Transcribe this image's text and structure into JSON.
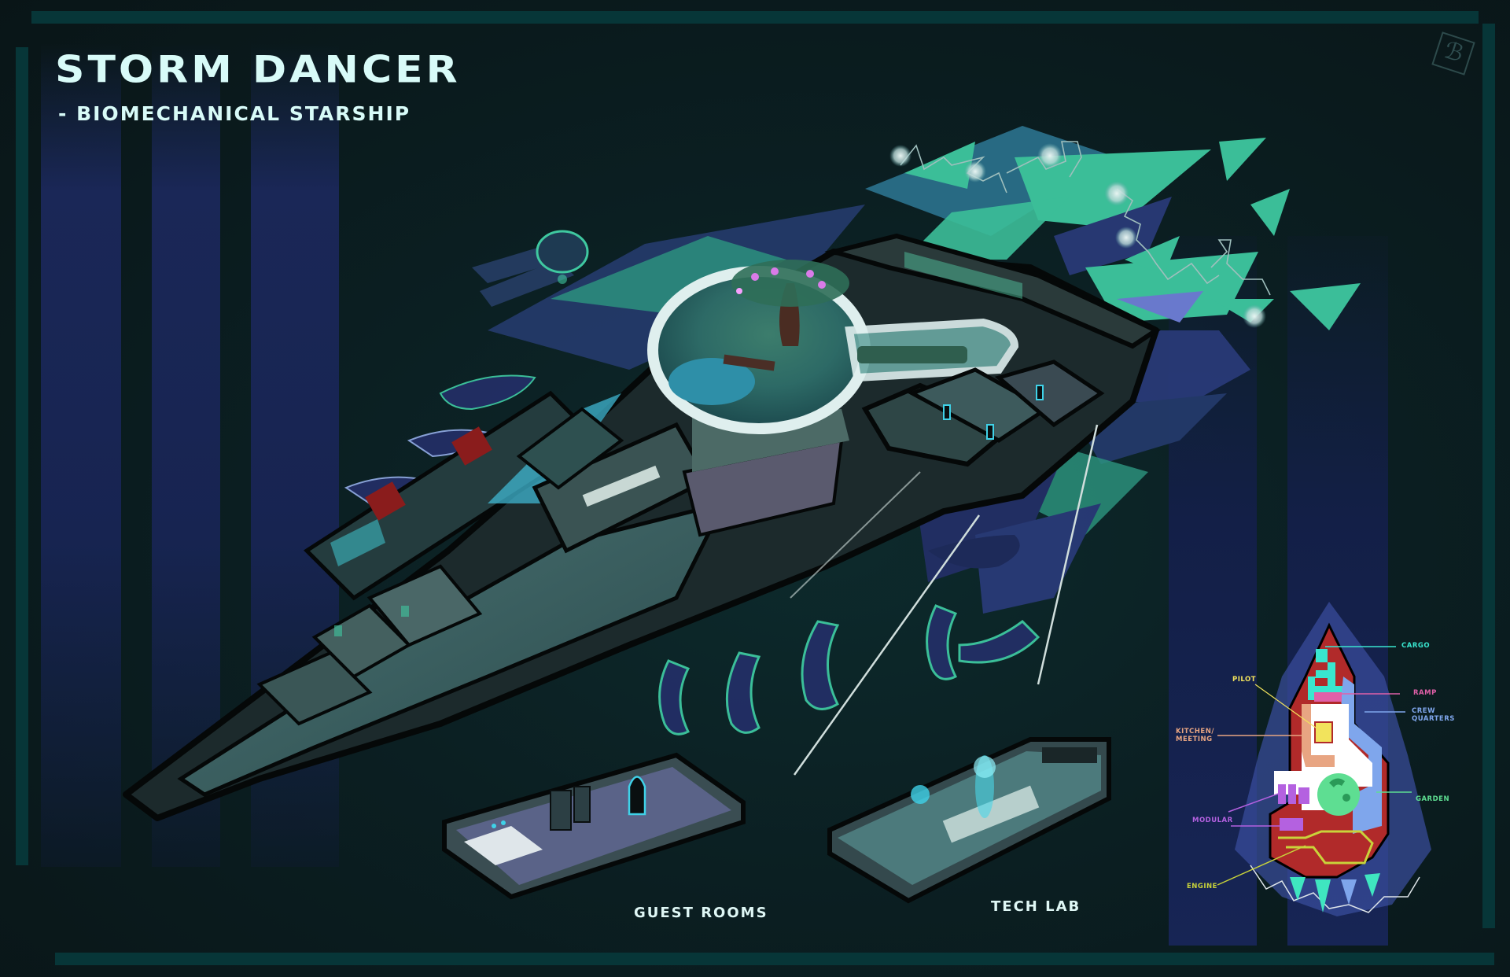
{
  "header": {
    "title": "STORM DANCER",
    "subtitle": "- BIOMECHANICAL STARSHIP"
  },
  "signature": {
    "glyph": "ℬ",
    "icon": "artist-signature-icon"
  },
  "main_illustration": {
    "subject": "isometric cutaway of starship",
    "areas": [
      "garden dome with tree",
      "cockpit",
      "crew quarters",
      "cargo bay",
      "kitchen/meeting",
      "cabins"
    ]
  },
  "insets": [
    {
      "label": "GUEST ROOMS"
    },
    {
      "label": "TECH LAB"
    }
  ],
  "floor_plan": {
    "legend": [
      {
        "label": "CARGO",
        "color": "#39e6cf"
      },
      {
        "label": "RAMP",
        "color": "#e060a8"
      },
      {
        "label": "CREW QUARTERS",
        "color": "#7fa6ec"
      },
      {
        "label": "PILOT",
        "color": "#f2e35c"
      },
      {
        "label": "KITCHEN/ MEETING",
        "color": "#e8a582"
      },
      {
        "label": "GARDEN",
        "color": "#5ede92"
      },
      {
        "label": "MODULAR",
        "color": "#b461e0"
      },
      {
        "label": "ENGINE",
        "color": "#c9d33a"
      }
    ],
    "hull_color": "#b12a2a",
    "corridor_color": "#ffffff"
  },
  "colors": {
    "background": "#0a1617",
    "stripe_blue": "#1a2757",
    "frame_teal": "#073638",
    "title_text": "#d8fbf8",
    "crystal_green": "#3fc8a0",
    "crystal_blue": "#2a3a78"
  }
}
